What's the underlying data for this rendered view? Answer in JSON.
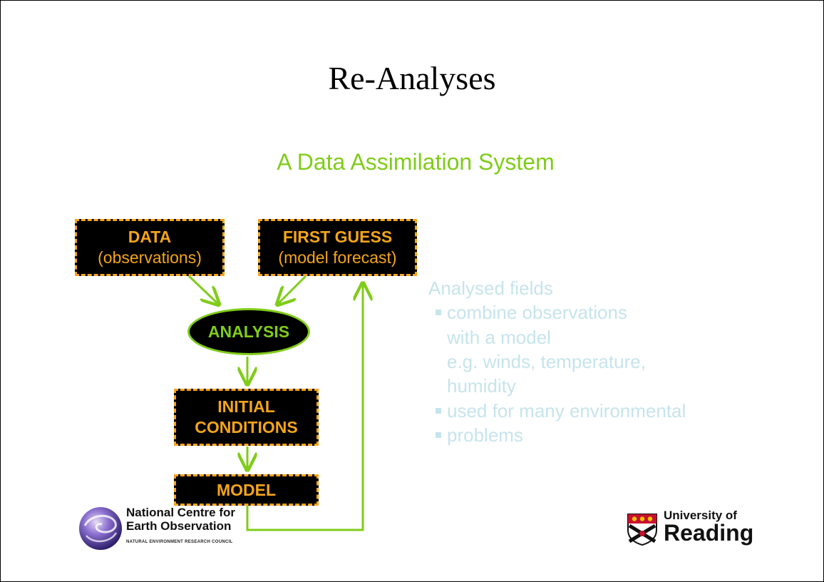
{
  "slide": {
    "title": "Re-Analyses",
    "subtitle": "A Data Assimilation System"
  },
  "flowchart": {
    "data_box": {
      "line1": "DATA",
      "line2": "(observations)"
    },
    "first_guess_box": {
      "line1": "FIRST GUESS",
      "line2": "(model forecast)"
    },
    "analysis": "ANALYSIS",
    "initial_conditions": {
      "line1": "INITIAL",
      "line2": "CONDITIONS"
    },
    "model": "MODEL"
  },
  "description": {
    "heading": "Analysed fields",
    "bullet1": "combine observations",
    "bullet1_cont1": "with a model",
    "bullet1_cont2": "e.g. winds, temperature,",
    "bullet1_cont3": "humidity",
    "bullet2": "used for many environmental",
    "bullet3": "problems"
  },
  "logos": {
    "ncco_line1": "National Centre for",
    "ncco_line2": "Earth Observation",
    "ncco_sub": "NATURAL ENVIRONMENT RESEARCH COUNCIL",
    "reading_line1": "University of",
    "reading_line2": "Reading"
  },
  "colors": {
    "green": "#80cc1a",
    "orange": "#f3a51b",
    "light_blue": "#c6e4ec"
  }
}
